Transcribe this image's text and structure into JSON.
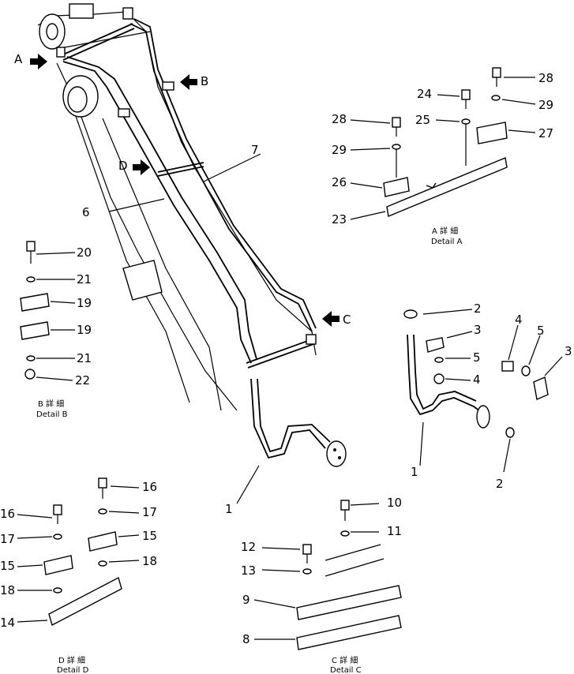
{
  "labels": {
    "1": "1",
    "2": "2",
    "3": "3",
    "4": "4",
    "5": "5",
    "6": "6",
    "7": "7",
    "8": "8",
    "9": "9",
    "10": "10",
    "11": "11",
    "12": "12",
    "13": "13",
    "14": "14",
    "15": "15",
    "16": "16",
    "17": "17",
    "18": "18",
    "19": "19",
    "20": "20",
    "21": "21",
    "22": "22",
    "23": "23",
    "24": "24",
    "25": "25",
    "26": "26",
    "27": "27",
    "28": "28",
    "29": "29"
  },
  "views": {
    "A": "A",
    "B": "B",
    "C": "C",
    "D": "D"
  },
  "details": {
    "a_jp": "A 詳 細",
    "a_en": "Detail A",
    "b_jp": "B 詳 細",
    "b_en": "Detail B",
    "c_jp": "C 詳 細",
    "c_en": "Detail C",
    "d_jp": "D 詳 細",
    "d_en": "Detail D"
  }
}
